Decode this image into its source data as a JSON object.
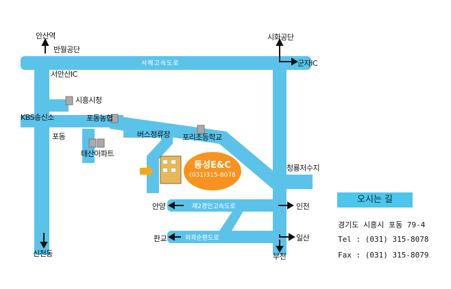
{
  "colors": {
    "road": "#5bc3ea",
    "arrow": "#111111",
    "badge": "#f7931e",
    "title_box": "#4cc6ea",
    "building_arrow": "#f2a81d"
  },
  "map": {
    "places": {
      "ansanyeok": "안산역",
      "banwol": "반월공단",
      "seoansan_ic": "서안산IC",
      "siheung_cityhall": "시흥시청",
      "kbs": "KBS송신소",
      "podong_nonghyup": "포동농협",
      "podong": "포동",
      "taesan": "태산아파트",
      "bus_garage": "버스정류장",
      "pori_school": "포리초등학교",
      "sihwa": "시화공단",
      "gunja_ic": "군자IC",
      "cheongryong": "청룡저수지",
      "anyang": "안양",
      "incheon": "인천",
      "pangyo": "판교",
      "ilsan": "일산",
      "bucheon": "부천",
      "sincheon": "신천동"
    },
    "roads": {
      "seohae": "서해고속도로",
      "second_gyeongin": "제2경인고속도로",
      "outer_ring": "외곽순환도로"
    }
  },
  "company": {
    "name": "동성E&C",
    "phone": "(031)315-8078"
  },
  "info": {
    "title": "오시는 길",
    "address": "경기도 시흥시 포동 79-4",
    "tel": "Tel : (031) 315-8078",
    "fax": "Fax : (031) 315-8079"
  }
}
